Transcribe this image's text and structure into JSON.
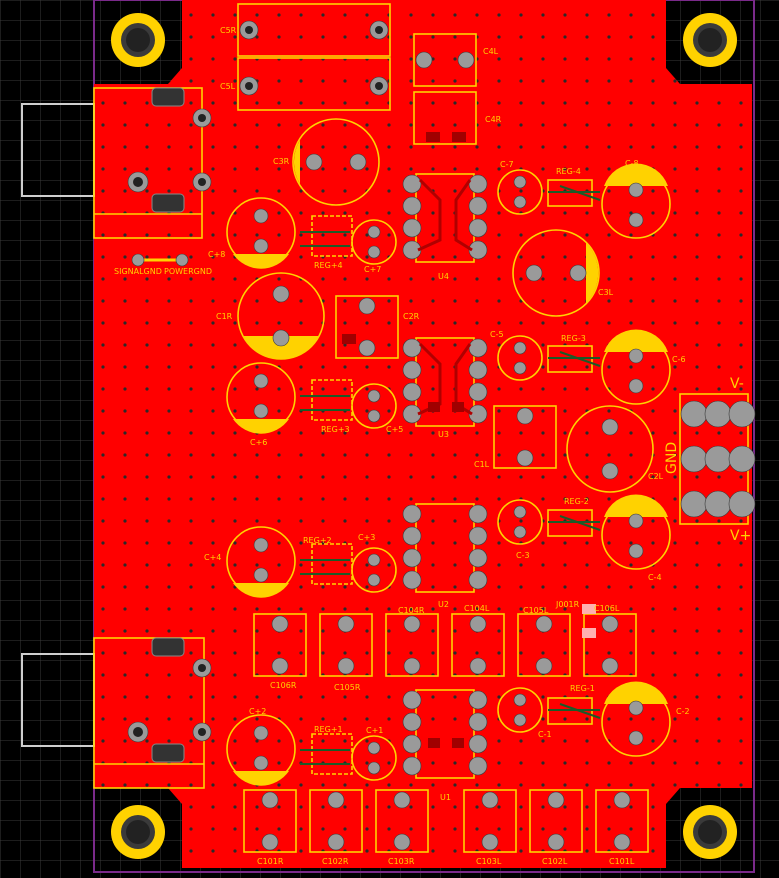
{
  "board": {
    "colors": {
      "background": "#000000",
      "grid": "#3a3a3a",
      "copper": "#ff0000",
      "copper_dark": "#b00000",
      "silk": "#ffd200",
      "pad": "#9a9a9a",
      "outline": "#7a2a8a",
      "bottom_trace": "#1c5a28"
    }
  },
  "labels": {
    "c5r": "C5R",
    "c5l": "C5L",
    "c4l": "C4L",
    "c4r": "C4R",
    "c3r": "C3R",
    "c3l": "C3L",
    "c7m": "C-7",
    "c8m": "C-8",
    "reg4m": "REG-4",
    "c8p": "C+8",
    "reg4p": "REG+4",
    "c7p": "C+7",
    "u4": "U4",
    "signalgnd": "SIGNALGND",
    "powergnd": "POWERGND",
    "c1r": "C1R",
    "c2r": "C2R",
    "c5m": "C-5",
    "reg3m": "REG-3",
    "c6m": "C-6",
    "c6p": "C+6",
    "reg3p": "REG+3",
    "c5p": "C+5",
    "u3": "U3",
    "c1l": "C1L",
    "c2l": "C2L",
    "vminus": "V-",
    "gnd": "GND",
    "vplus": "V+",
    "reg2m": "REG-2",
    "c3m": "C-3",
    "c4m": "C-4",
    "c4p": "C+4",
    "reg2p": "REG+2",
    "c3p": "C+3",
    "u2": "U2",
    "c104r": "C104R",
    "c104l": "C104L",
    "c105l": "C105L",
    "c106l": "C106L",
    "j001r": "J001R",
    "c106r": "C106R",
    "c105r": "C105R",
    "reg1m": "REG-1",
    "c1m": "C-1",
    "c2m": "C-2",
    "c2p": "C+2",
    "reg1p": "REG+1",
    "c1p": "C+1",
    "u1": "U1",
    "c101r": "C101R",
    "c102r": "C102R",
    "c103r": "C103R",
    "c103l": "C103L",
    "c102l": "C102L",
    "c101l": "C101L"
  }
}
